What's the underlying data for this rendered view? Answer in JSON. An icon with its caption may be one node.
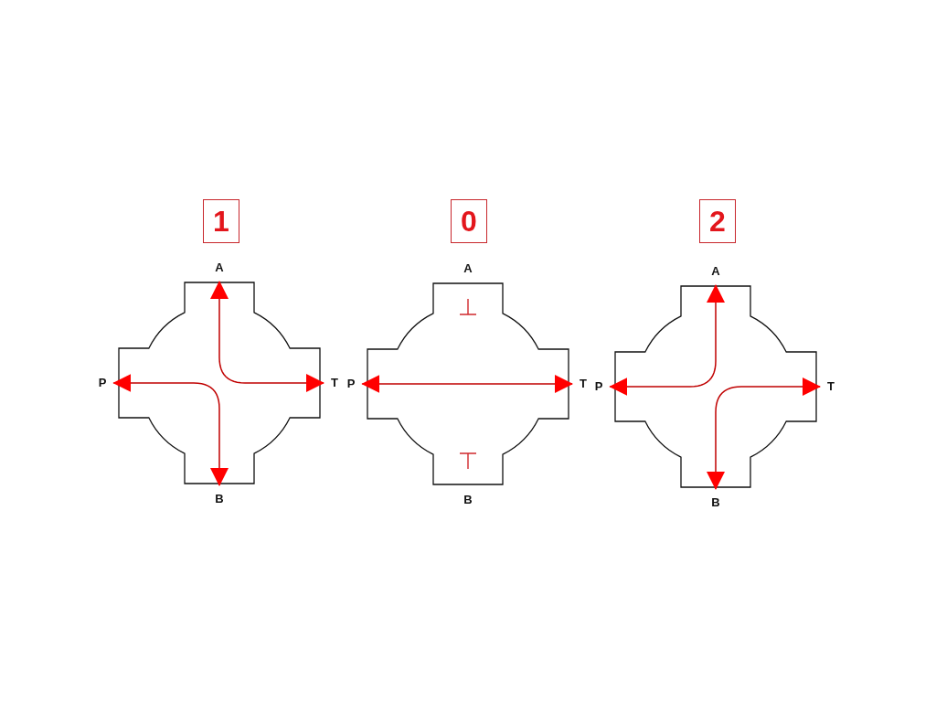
{
  "diagram": {
    "nodes": [
      {
        "text": [
          "1"
        ]
      },
      {
        "text": [
          "0"
        ]
      },
      {
        "text": [
          "2"
        ]
      },
      {
        "text": [
          "A"
        ]
      },
      {
        "text": [
          "P"
        ]
      },
      {
        "text": [
          "T"
        ]
      },
      {
        "text": [
          "B"
        ]
      },
      {
        "text": [
          "A"
        ]
      },
      {
        "text": [
          "P"
        ]
      },
      {
        "text": [
          "T"
        ]
      },
      {
        "text": [
          "B"
        ]
      },
      {
        "text": [
          "A"
        ]
      },
      {
        "text": [
          "P"
        ]
      },
      {
        "text": [
          "T"
        ]
      },
      {
        "text": [
          "B"
        ]
      }
    ],
    "edges": [
      {
        "from": 3,
        "to": 5,
        "arrow": "both"
      },
      {
        "from": 4,
        "to": 6,
        "arrow": "both"
      },
      {
        "from": 8,
        "to": 9,
        "arrow": "both"
      },
      {
        "from": 11,
        "to": 12,
        "arrow": "both"
      },
      {
        "from": 13,
        "to": 14,
        "arrow": "both"
      }
    ]
  }
}
